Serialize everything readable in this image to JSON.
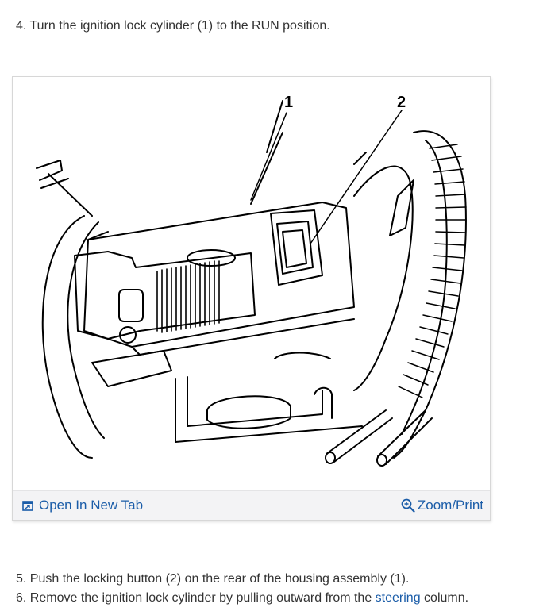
{
  "steps": {
    "step4": "4. Turn the ignition lock cylinder (1) to the RUN position.",
    "step5": "5. Push the locking button (2) on the rear of the housing assembly (1).",
    "step6_before": "6. Remove the ignition lock cylinder by pulling outward from the ",
    "step6_link": "steering",
    "step6_after": " column."
  },
  "figure": {
    "callout_1": "1",
    "callout_2": "2",
    "open_new_tab_label": "Open In New Tab",
    "zoom_print_label": "Zoom/Print"
  },
  "colors": {
    "text": "#333333",
    "link": "#1a5ca8",
    "toolbar_bg": "#f3f3f5",
    "border": "#d7d7d7"
  }
}
